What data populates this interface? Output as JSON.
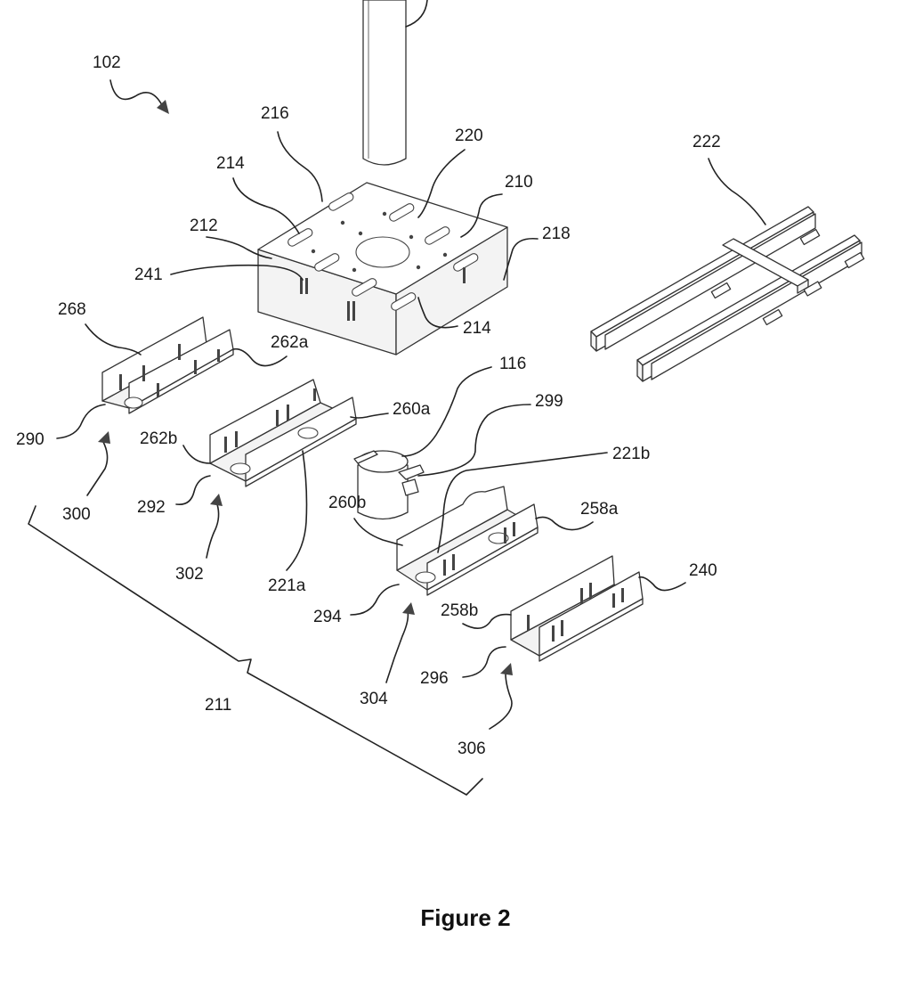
{
  "figure": {
    "caption": "Figure 2",
    "labels": {
      "l102": "102",
      "l216": "216",
      "l220": "220",
      "l214a": "214",
      "l210": "210",
      "l212": "212",
      "l218": "218",
      "l241": "241",
      "l214b": "214",
      "l222": "222",
      "l268": "268",
      "l262a": "262a",
      "l116": "116",
      "l260a": "260a",
      "l299": "299",
      "l290": "290",
      "l262b": "262b",
      "l221b": "221b",
      "l300": "300",
      "l292": "292",
      "l260b": "260b",
      "l258a": "258a",
      "l302": "302",
      "l221a": "221a",
      "l240": "240",
      "l294": "294",
      "l258b": "258b",
      "l296": "296",
      "l211": "211",
      "l304": "304",
      "l306": "306"
    }
  }
}
